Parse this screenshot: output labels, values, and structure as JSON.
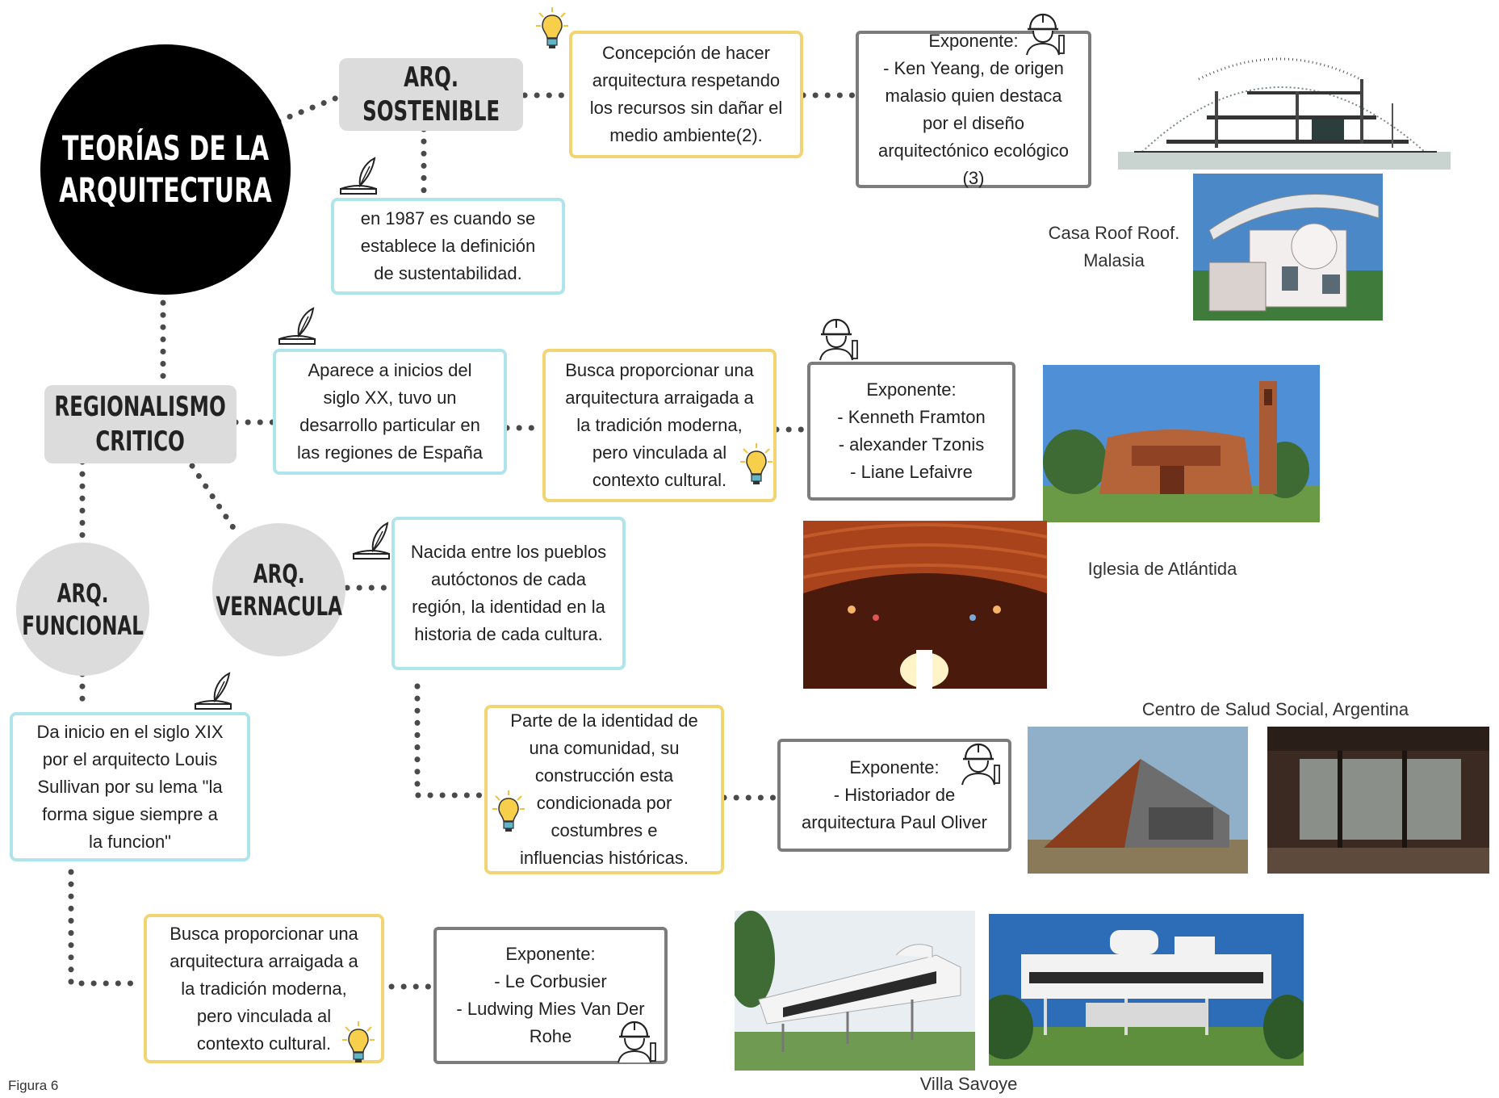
{
  "title": "TEORÍAS DE LA\nARQUITECTURA",
  "nodes": {
    "sostenible": "ARQ. SOSTENIBLE",
    "regionalismo": "REGIONALISMO\nCRITICO",
    "funcional": "ARQ.\nFUNCIONAL",
    "vernacula": "ARQ.\nVERNACULA"
  },
  "texts": {
    "sost_concepcion": "Concepción  de hacer\narquitectura respetando\nlos recursos sin dañar el\nmedio ambiente(2).",
    "sost_exponente": "Exponente:\n- Ken Yeang, de origen\nmalasio quien destaca\npor el diseño\narquitectónico ecológico\n(3)",
    "sost_1987": "en 1987 es cuando se\nestablece la definición\nde sustentabilidad.",
    "reg_aparece": "Aparece a inicios del\nsiglo XX, tuvo un\ndesarrollo particular en\nlas regiones de España",
    "reg_busca": "Busca proporcionar una\narquitectura arraigada a\nla tradición moderna,\npero vinculada al\ncontexto cultural.",
    "reg_exponente": "Exponente:\n- Kenneth Framton\n- alexander Tzonis\n- Liane Lefaivre",
    "ver_nacida": "Nacida entre los pueblos\nautóctonos de cada\nregión, la identidad en la\nhistoria de cada cultura.",
    "ver_parte": "Parte de la identidad de\nuna comunidad, su\nconstrucción esta\ncondicionada por\ncostumbres e\ninfluencias históricas.",
    "ver_exponente": "Exponente:\n- Historiador de\narquitectura Paul Oliver",
    "fun_inicio": "Da inicio en el siglo XIX\npor el arquitecto Louis\nSullivan por su lema \"la\nforma sigue siempre a\nla funcion\"",
    "fun_busca": "Busca proporcionar una\narquitectura arraigada a\nla tradición moderna,\npero vinculada al\ncontexto cultural.",
    "fun_exponente": "Exponente:\n- Le Corbusier\n- Ludwing Mies Van Der\nRohe"
  },
  "captions": {
    "casa_roof": "Casa Roof Roof.\nMalasia",
    "iglesia": "Iglesia de Atlántida",
    "centro_salud": "Centro de Salud Social, Argentina",
    "villa": "Villa Savoye",
    "figura": "Figura 6"
  },
  "colors": {
    "cyan": "#aee4ea",
    "gold": "#f3d473",
    "gray_border": "#7c7c7c",
    "node_gray": "#dcdcdc",
    "dots": "#444444"
  }
}
